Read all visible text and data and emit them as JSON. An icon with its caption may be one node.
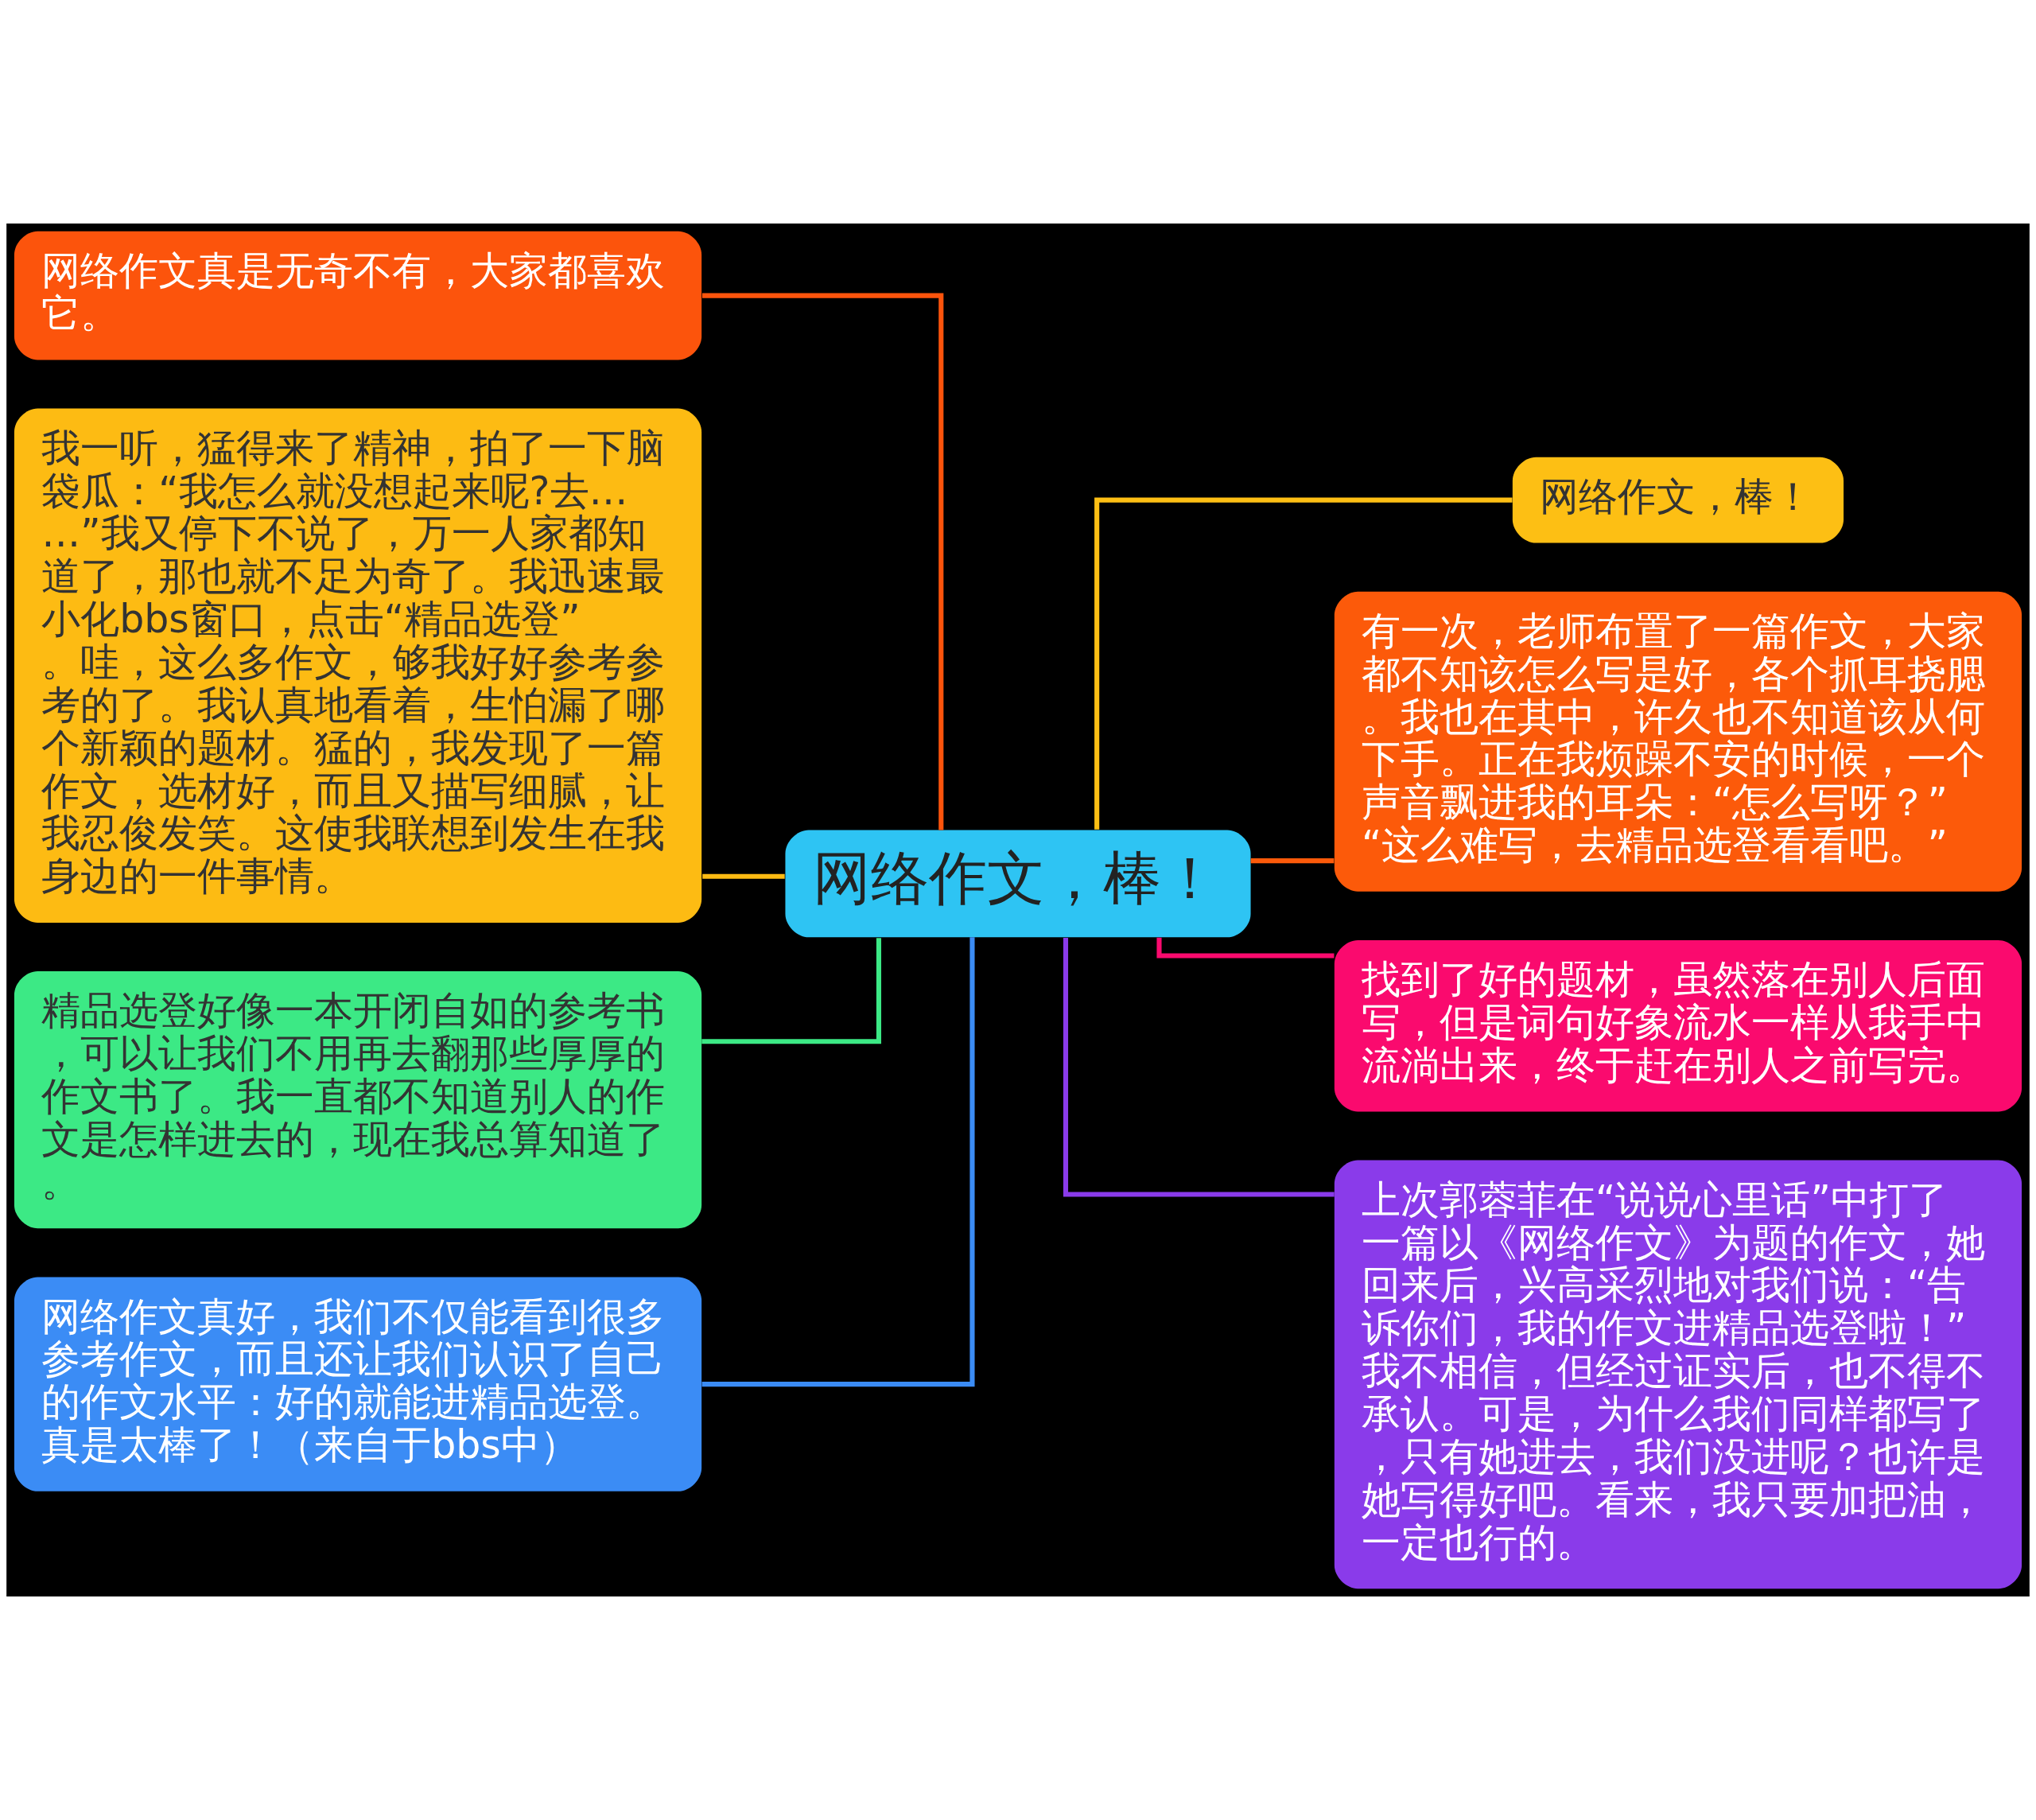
{
  "diagram": {
    "nodes": [
      {
        "text": [
          "网络作文，棒！"
        ]
      },
      {
        "text": [
          "网络作文真是无奇不有，大家都喜欢它。"
        ]
      },
      {
        "text": [
          "我一听，猛得来了精神，拍了一下脑袋瓜：“我怎么就没想起来呢?去……”我又停下不说了，万一人家都知道了，那也就不足为奇了。我迅速最小化bbs窗口，点击“精品选登”。哇，这么多作文，够我好好参考参考的了。我认真地看着，生怕漏了哪个新颖的题材。猛的，我发现了一篇作文，选材好，而且又描写细腻，让我忍俊发笑。这使我联想到发生在我身边的一件事情。"
        ]
      },
      {
        "text": [
          "精品选登好像一本开闭自如的参考书，可以让我们不用再去翻那些厚厚的作文书了。我一直都不知道别人的作文是怎样进去的，现在我总算知道了。"
        ]
      },
      {
        "text": [
          "网络作文真好，我们不仅能看到很多参考作文，而且还让我们认识了自己的作文水平：好的就能进精品选登。真是太棒了！（来自于bbs中）"
        ]
      },
      {
        "text": [
          "网络作文，棒！"
        ]
      },
      {
        "text": [
          "有一次，老师布置了一篇作文，大家都不知该怎么写是好，各个抓耳挠腮。我也在其中，许久也不知道该从何下手。正在我烦躁不安的时候，一个声音飘进我的耳朵：“怎么写呀？”“这么难写，去精品选登看看吧。”"
        ]
      },
      {
        "text": [
          "找到了好的题材，虽然落在别人后面写，但是词句好象流水一样从我手中流淌出来，终于赶在别人之前写完。"
        ]
      },
      {
        "text": [
          "上次郭蓉菲在“说说心里话”中打了一篇以《网络作文》为题的作文，她回来后，兴高采烈地对我们说：“告诉你们，我的作文进精品选登啦！”我不相信，但经过证实后，也不得不承认。可是，为什么我们同样都写了，只有她进去，我们没进呢？也许是她写得好吧。看来，我只要加把油，一定也行的。"
        ]
      }
    ],
    "edges": [
      {
        "from": 0,
        "to": 1,
        "arrow": "none",
        "color": "#fc540c"
      },
      {
        "from": 0,
        "to": 2,
        "arrow": "none",
        "color": "#fdbb13"
      },
      {
        "from": 0,
        "to": 3,
        "arrow": "none",
        "color": "#3ce985"
      },
      {
        "from": 0,
        "to": 4,
        "arrow": "none",
        "color": "#3b8cf5"
      },
      {
        "from": 0,
        "to": 5,
        "arrow": "none",
        "color": "#fdbf14"
      },
      {
        "from": 0,
        "to": 6,
        "arrow": "none",
        "color": "#fc5a0a"
      },
      {
        "from": 0,
        "to": 7,
        "arrow": "none",
        "color": "#fa0a6e"
      },
      {
        "from": 0,
        "to": 8,
        "arrow": "none",
        "color": "#8a3bea"
      }
    ]
  }
}
